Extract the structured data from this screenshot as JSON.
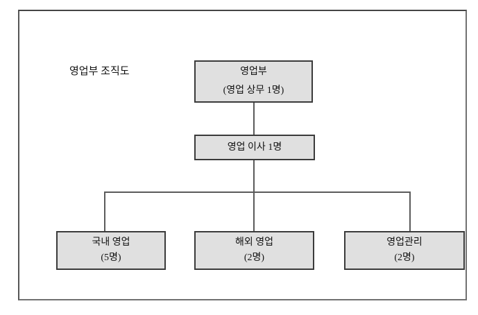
{
  "chart": {
    "title": "영업부 조직도",
    "root": {
      "title": "영업부",
      "subtitle": "(영업 상무 1명)"
    },
    "director": {
      "label": "영업 이사 1명"
    },
    "children": [
      {
        "title": "국내 영업",
        "subtitle": "(5명)"
      },
      {
        "title": "해외 영업",
        "subtitle": "(2명)"
      },
      {
        "title": "영업관리",
        "subtitle": "(2명)"
      }
    ]
  },
  "colors": {
    "box_fill": "#e0e0e0",
    "box_border": "#3a3a3a",
    "connector": "#5a5a5a",
    "frame_border": "#707070",
    "text": "#111111"
  }
}
